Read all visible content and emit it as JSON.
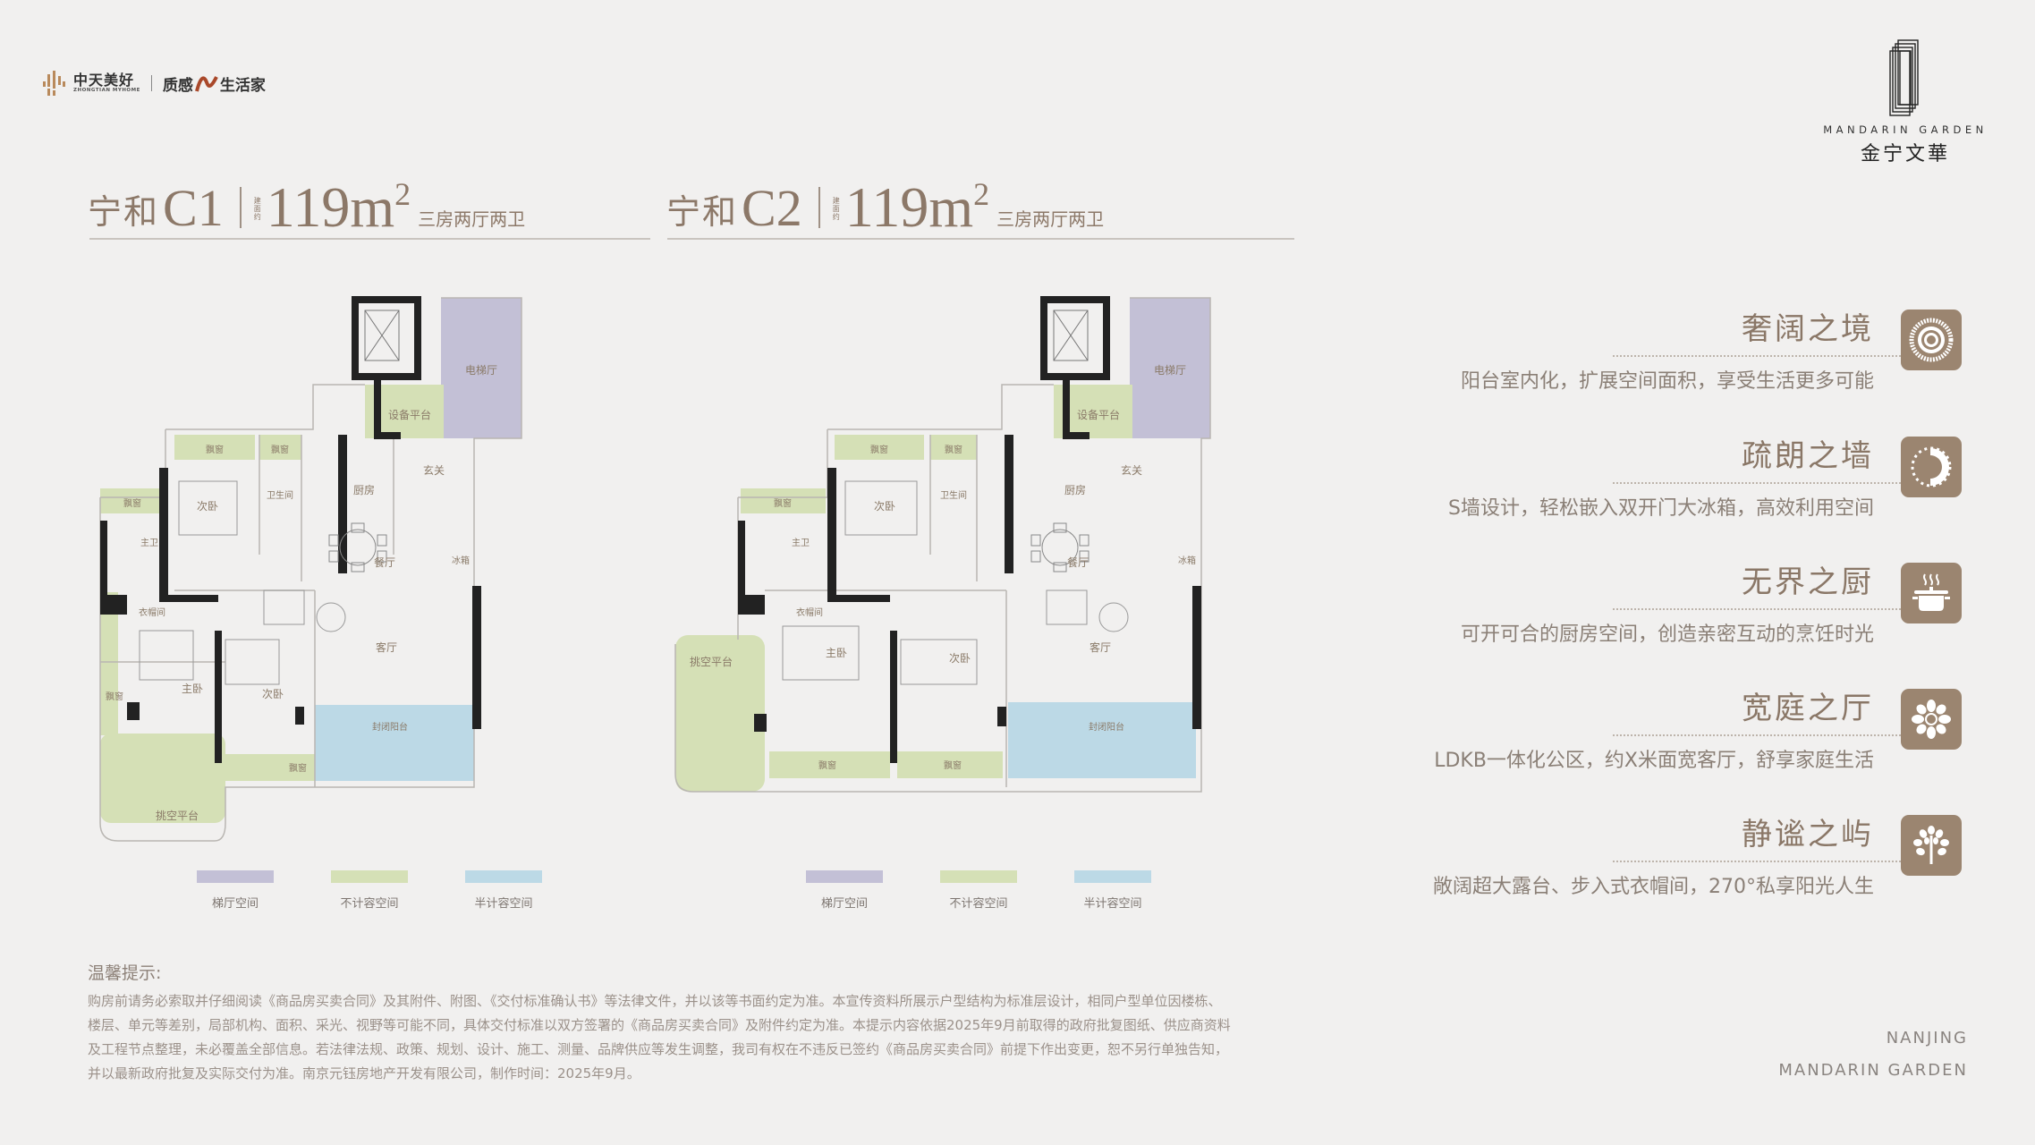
{
  "brand": {
    "developer_cn": "中天美好",
    "developer_en": "ZHONGTIAN MYHOME",
    "slogan_a": "质感",
    "slogan_b": "生活家",
    "accent_color": "#b98a5c"
  },
  "project_logo": {
    "name_en": "MANDARIN GARDEN",
    "name_cn": "金宁文華"
  },
  "units": [
    {
      "name": "宁和",
      "code": "C1",
      "area_note": "建面约",
      "area": "119m",
      "area_sup": "2",
      "layout": "三房两厅两卫",
      "rooms": {
        "elevator_hall": "电梯厅",
        "equipment_platform": "设备平台",
        "bay_window": "飘窗",
        "second_bedroom": "次卧",
        "bathroom": "卫生间",
        "master_bath": "主卫",
        "kitchen": "厨房",
        "foyer": "玄关",
        "dining": "餐厅",
        "fridge": "冰箱",
        "walk_in_closet": "衣帽间",
        "master_bedroom": "主卧",
        "living": "客厅",
        "enclosed_balcony": "封闭阳台",
        "cantilever_terrace": "挑空平台"
      },
      "legend": [
        {
          "label": "梯厅空间",
          "color": "#c3c0d6"
        },
        {
          "label": "不计容空间",
          "color": "#d5e0b6"
        },
        {
          "label": "半计容空间",
          "color": "#bcd9e6"
        }
      ]
    },
    {
      "name": "宁和",
      "code": "C2",
      "area_note": "建面约",
      "area": "119m",
      "area_sup": "2",
      "layout": "三房两厅两卫",
      "rooms": {
        "elevator_hall": "电梯厅",
        "equipment_platform": "设备平台",
        "bay_window": "飘窗",
        "second_bedroom": "次卧",
        "bathroom": "卫生间",
        "master_bath": "主卫",
        "kitchen": "厨房",
        "foyer": "玄关",
        "dining": "餐厅",
        "fridge": "冰箱",
        "walk_in_closet": "衣帽间",
        "master_bedroom": "主卧",
        "living": "客厅",
        "enclosed_balcony": "封闭阳台",
        "cantilever_terrace": "挑空平台"
      },
      "legend": [
        {
          "label": "梯厅空间",
          "color": "#c3c0d6"
        },
        {
          "label": "不计容空间",
          "color": "#d5e0b6"
        },
        {
          "label": "半计容空间",
          "color": "#bcd9e6"
        }
      ]
    }
  ],
  "features": [
    {
      "title": "奢阔之境",
      "desc": "阳台室内化，扩展空间面积，享受生活更多可能",
      "icon": "sun-ring-icon"
    },
    {
      "title": "疏朗之墙",
      "desc": "S墙设计，轻松嵌入双开门大冰箱，高效利用空间",
      "icon": "crescent-icon"
    },
    {
      "title": "无界之厨",
      "desc": "可开可合的厨房空间，创造亲密互动的烹饪时光",
      "icon": "cooking-pot-icon"
    },
    {
      "title": "宽庭之厅",
      "desc": "LDKB一体化公区，约X米面宽客厅，舒享家庭生活",
      "icon": "flower-icon"
    },
    {
      "title": "静谧之屿",
      "desc": "敞阔超大露台、步入式衣帽间，270°私享阳光人生",
      "icon": "tree-icon"
    }
  ],
  "feature_icon_color": "#9b8570",
  "disclaimer": {
    "title": "温馨提示:",
    "lines": [
      "购房前请务必索取并仔细阅读《商品房买卖合同》及其附件、附图、《交付标准确认书》等法律文件，并以该等书面约定为准。本宣传资料所展示户型结构为标准层设计，相同户型单位因楼栋、",
      "楼层、单元等差别，局部机构、面积、采光、视野等可能不同，具体交付标准以双方签署的《商品房买卖合同》及附件约定为准。本提示内容依据2025年9月前取得的政府批复图纸、供应商资料",
      "及工程节点整理，未必覆盖全部信息。若法律法规、政策、规划、设计、施工、测量、品牌供应等发生调整，我司有权在不违反已签约《商品房买卖合同》前提下作出变更，恕不另行单独告知，",
      "并以最新政府批复及实际交付为准。南京元钰房地产开发有限公司，制作时间：2025年9月。"
    ]
  },
  "footer": {
    "city": "NANJING",
    "project": "MANDARIN GARDEN"
  }
}
